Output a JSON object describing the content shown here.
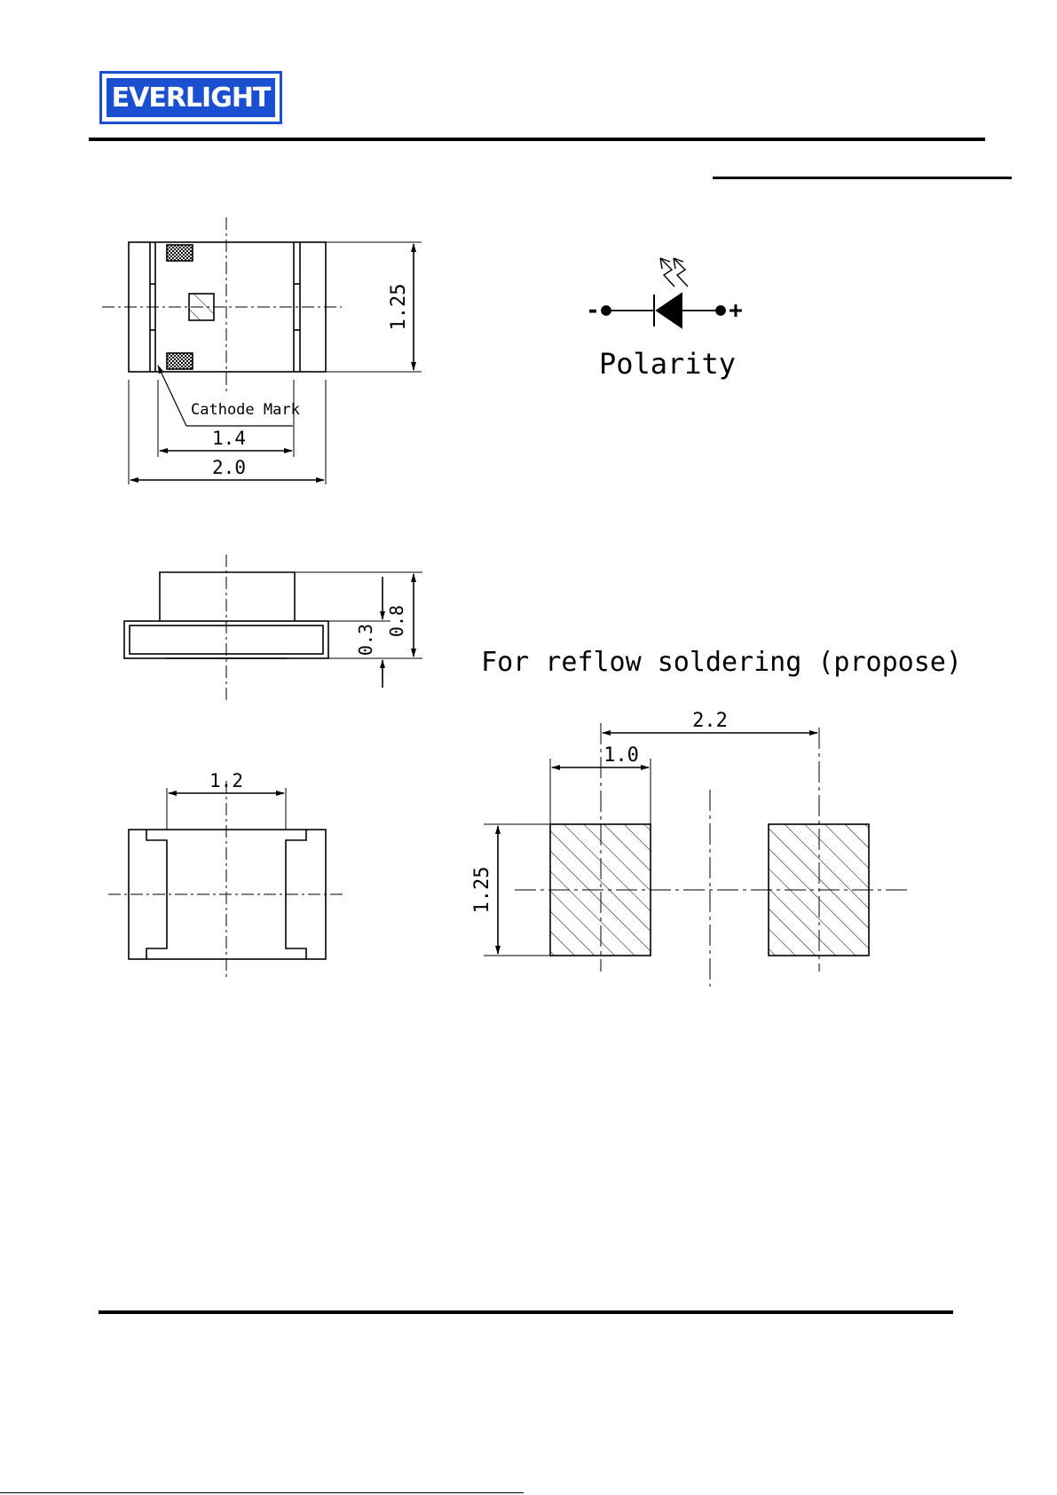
{
  "brand": {
    "logo_text": "EVERLIGHT",
    "color": "#1a4fd0"
  },
  "top_view": {
    "height_dim": "1.25",
    "cathode_label": "Cathode Mark",
    "inner_width_dim": "1.4",
    "overall_width_dim": "2.0"
  },
  "polarity": {
    "minus": "-",
    "plus": "+",
    "label": "Polarity"
  },
  "side_view": {
    "height_dim": "0.8",
    "base_dim": "0.3"
  },
  "bottom_view": {
    "width_dim": "1.2"
  },
  "reflow": {
    "title": "For reflow soldering (propose)",
    "pitch_dim": "2.2",
    "pad_width_dim": "1.0",
    "pad_height_dim": "1.25"
  },
  "colors": {
    "line": "#000000",
    "ink": "#000000"
  }
}
